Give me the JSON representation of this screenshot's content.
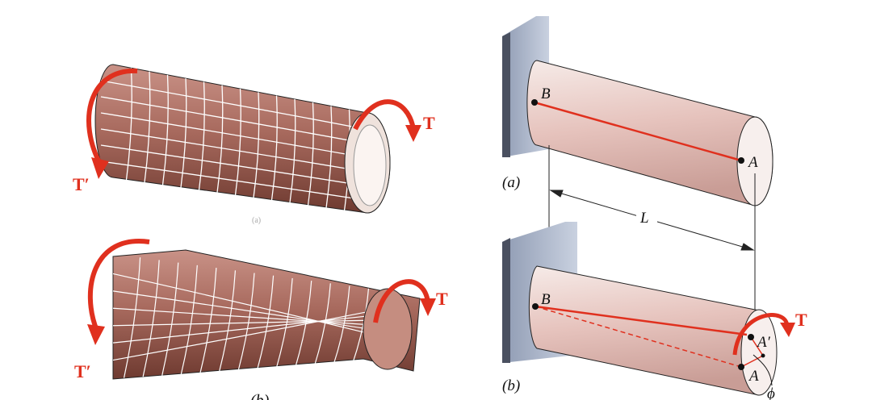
{
  "figure_left": {
    "top": {
      "torque_right": "T",
      "torque_left": "T′",
      "caption": "(a)"
    },
    "bottom": {
      "torque_right": "T",
      "torque_left": "T′",
      "caption": "(b)"
    }
  },
  "figure_right": {
    "a": {
      "fixed_end": "B",
      "free_end": "A",
      "caption": "(a)"
    },
    "length_label": "L",
    "b": {
      "fixed_end": "B",
      "rotated_point": "A′",
      "original_point": "A",
      "torque": "T",
      "angle": "ϕ",
      "caption": "(b)"
    }
  },
  "colors": {
    "torque": "#e0301e",
    "shaft": "#e9c9c4",
    "wall": "#b9c3d6",
    "tube": "#9a5a4e"
  }
}
